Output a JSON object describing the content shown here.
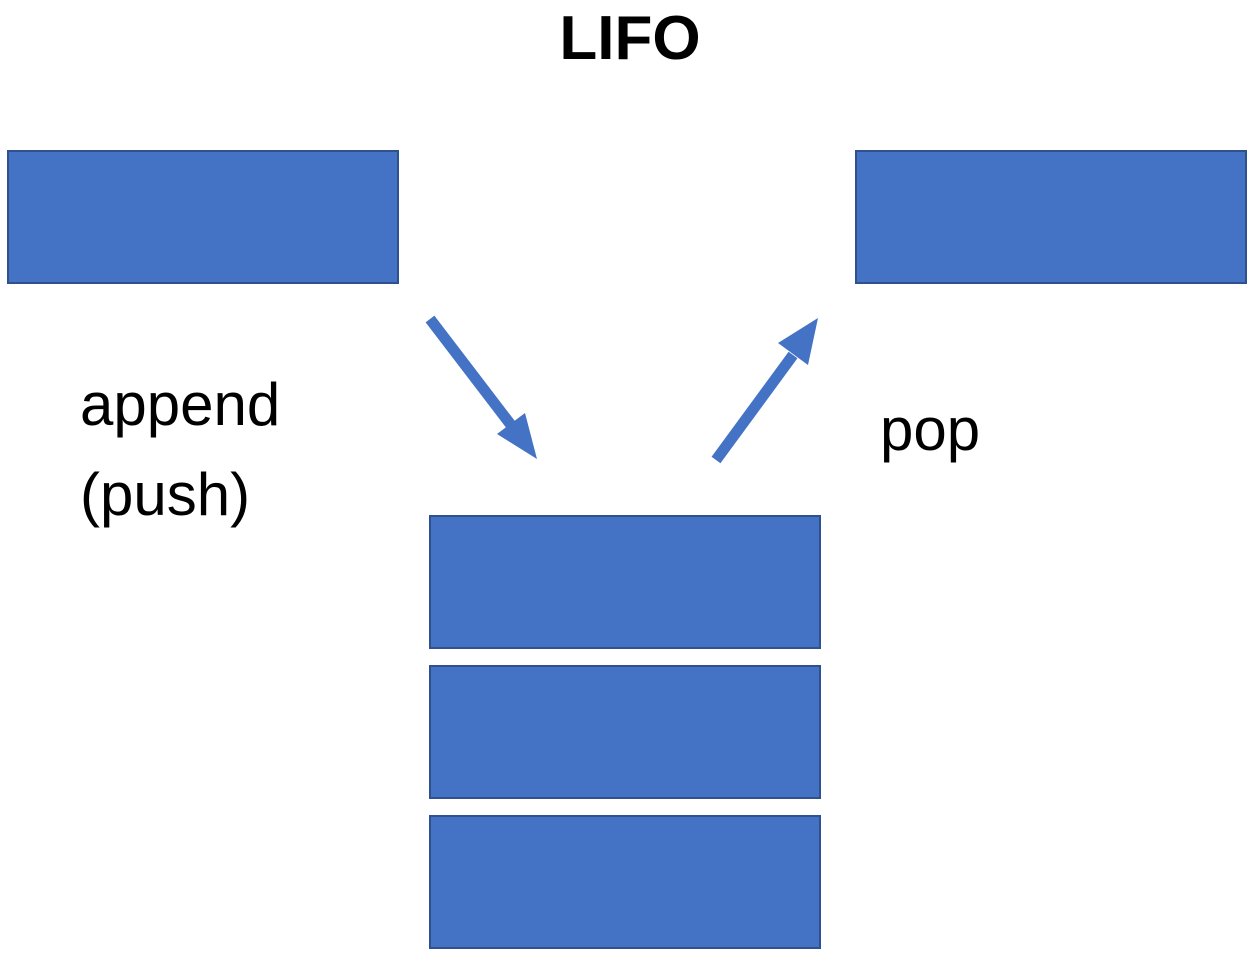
{
  "title": "LIFO",
  "labels": {
    "append_line1": "append",
    "append_line2": "(push)",
    "pop": "pop"
  },
  "colors": {
    "block_fill": "#4472c4",
    "block_border": "#2f528f",
    "arrow": "#4472c4",
    "text": "#000000"
  }
}
